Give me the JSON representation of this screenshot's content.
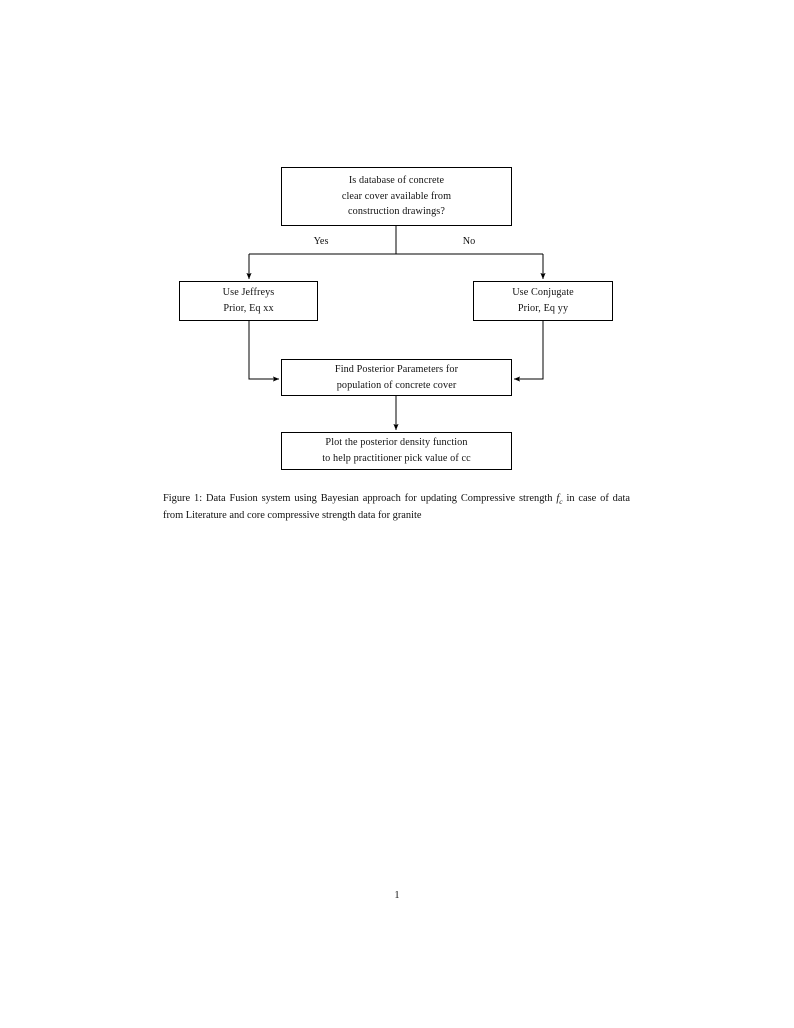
{
  "page": {
    "folio": "1",
    "background_color": "#ffffff",
    "text_color": "#111111"
  },
  "figure": {
    "id": "figure-1",
    "type": "flowchart",
    "nodes": [
      {
        "id": "decision",
        "name": "decision-database-available",
        "shape": "rectangle",
        "lines": [
          "Is database of concrete",
          "clear cover available from",
          "construction drawings?"
        ]
      },
      {
        "id": "jeffreys",
        "name": "use-jeffreys-prior",
        "shape": "rectangle",
        "lines": [
          "Use Jeffreys",
          "Prior, Eq xx"
        ]
      },
      {
        "id": "conjugate",
        "name": "use-conjugate-prior",
        "shape": "rectangle",
        "lines": [
          "Use Conjugate",
          "Prior, Eq yy"
        ]
      },
      {
        "id": "posterior",
        "name": "find-posterior-parameters",
        "shape": "rectangle",
        "lines": [
          "Find Posterior Parameters for",
          "population of concrete cover"
        ]
      },
      {
        "id": "plot",
        "name": "plot-posterior-density",
        "shape": "rectangle",
        "lines": [
          "Plot the posterior density function",
          "to help practitioner pick value of cc"
        ]
      }
    ],
    "edges": [
      {
        "from": "decision",
        "to": "jeffreys",
        "label": "Yes"
      },
      {
        "from": "decision",
        "to": "conjugate",
        "label": "No"
      },
      {
        "from": "jeffreys",
        "to": "posterior",
        "label": ""
      },
      {
        "from": "conjugate",
        "to": "posterior",
        "label": ""
      },
      {
        "from": "posterior",
        "to": "plot",
        "label": ""
      }
    ],
    "edge_labels": {
      "yes": "Yes",
      "no": "No"
    },
    "stroke_color": "#000000"
  },
  "caption": {
    "label": "Figure 1:",
    "text_before_var": "Data Fusion system using Bayesian approach for updating Compressive strength",
    "variable": "f",
    "variable_subscript": "c",
    "text_after_var": "in case of data from Literature and core compressive strength data for granite"
  }
}
